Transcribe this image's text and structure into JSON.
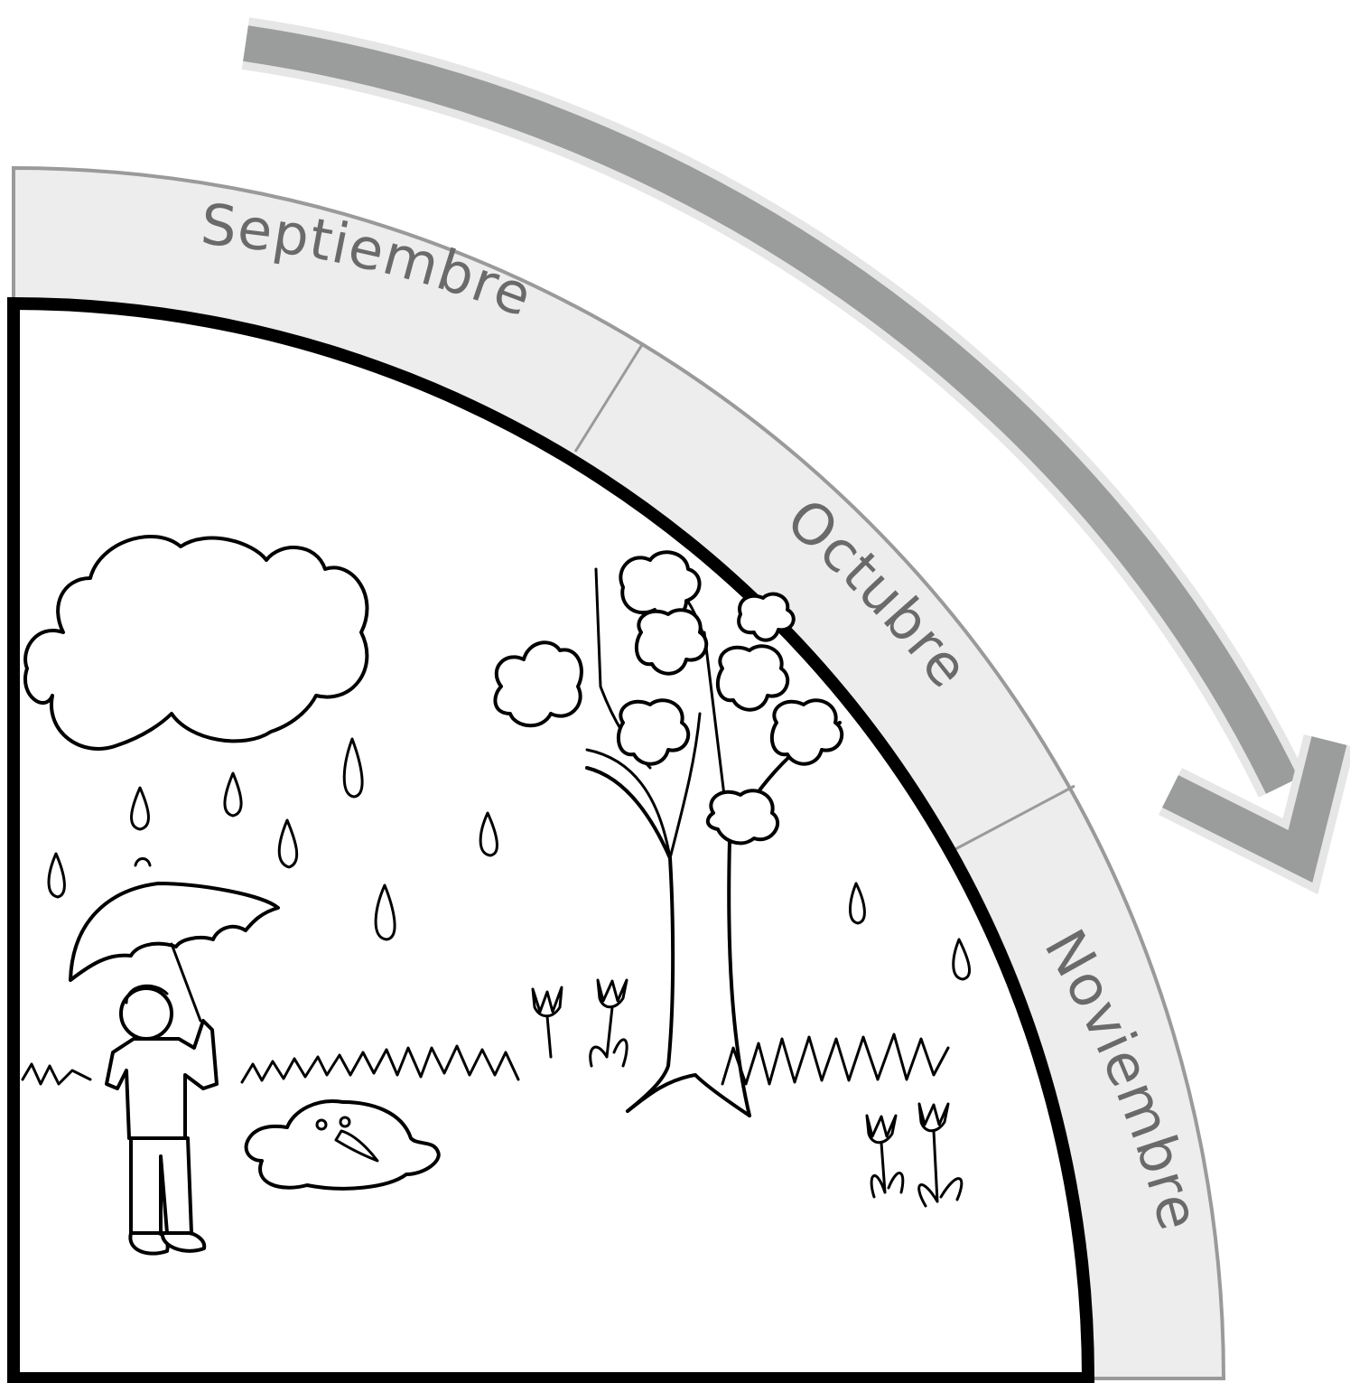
{
  "months": [
    {
      "id": "septiembre",
      "label": "Septiembre"
    },
    {
      "id": "octubre",
      "label": "Octubre"
    },
    {
      "id": "noviembre",
      "label": "Noviembre"
    }
  ],
  "colors": {
    "band_fill": "#ededed",
    "band_stroke": "#9a9a9a",
    "arrow": "#9b9d9c",
    "label": "#6a6a6a",
    "outline": "#000000"
  },
  "scene": {
    "elements": [
      "cloud",
      "raindrops",
      "person-with-umbrella",
      "melted-snowman",
      "tree",
      "tulips",
      "grass"
    ]
  }
}
